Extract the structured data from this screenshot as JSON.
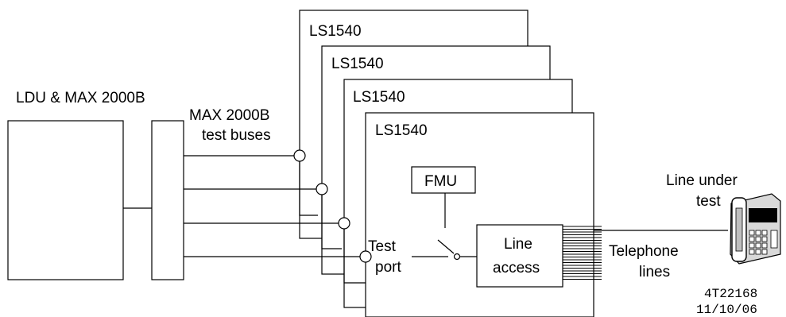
{
  "ldu_title": "LDU & MAX 2000B",
  "bus_label_line1": "MAX 2000B",
  "bus_label_line2": "test buses",
  "ls_units": [
    "LS1540",
    "LS1540",
    "LS1540",
    "LS1540"
  ],
  "fmu_label": "FMU",
  "test_port_line1": "Test",
  "test_port_line2": "port",
  "line_access_line1": "Line",
  "line_access_line2": "access",
  "telephone_lines_line1": "Telephone",
  "telephone_lines_line2": "lines",
  "line_under_test_line1": "Line under",
  "line_under_test_line2": "test",
  "figure_code": "4T22168",
  "figure_date": "11/10/06"
}
